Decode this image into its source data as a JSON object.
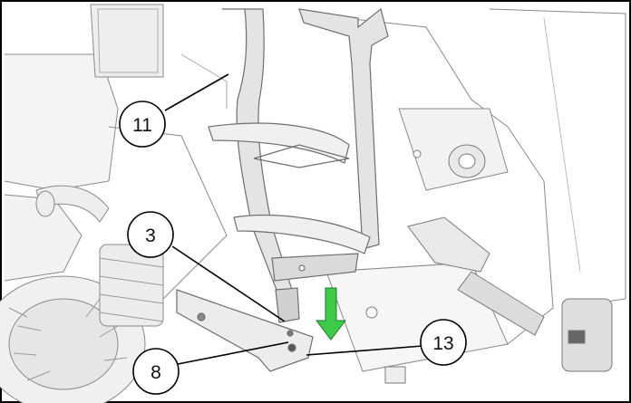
{
  "callouts": [
    {
      "label": "11"
    },
    {
      "label": "3"
    },
    {
      "label": "8"
    },
    {
      "label": "13"
    }
  ],
  "colors": {
    "frame": "#000000",
    "line_art": "#7a7a7a",
    "shade": "#d9d9d9",
    "arrow": "#3ec94a"
  }
}
